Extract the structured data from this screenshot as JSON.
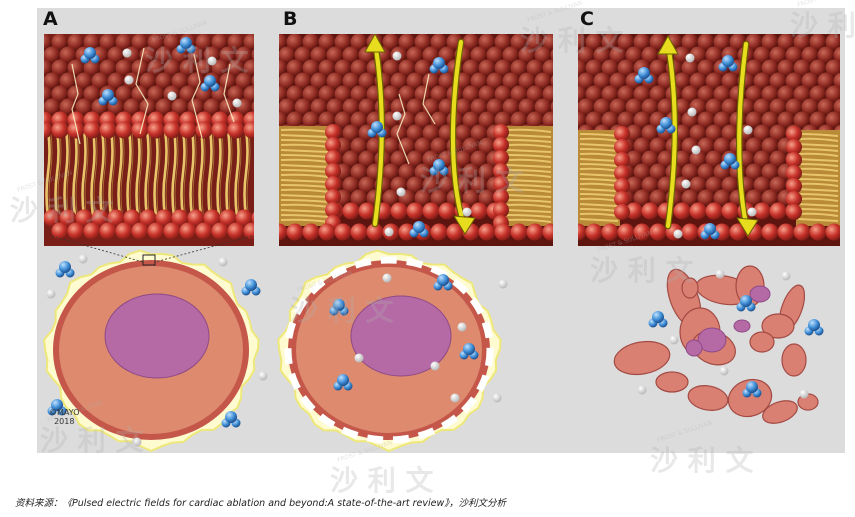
{
  "panels": [
    {
      "label": "A",
      "state": "intact membrane, electric field applied"
    },
    {
      "label": "B",
      "state": "pores forming, molecules flow through"
    },
    {
      "label": "C",
      "state": "membrane disrupted, cell fragmented"
    }
  ],
  "copyright": {
    "line1": "©MAYO",
    "line2": "2018"
  },
  "caption": "资料来源：《Pulsed electric fields for cardiac ablation and beyond:A state-of-the-art review》，沙利文分析",
  "watermark": {
    "text": "沙 利 文",
    "subtext": "FROST & SULLIVAN"
  },
  "colors": {
    "background": "#dcdcdc",
    "lipid_head": "#c8322a",
    "lipid_tail": "#e8c46a",
    "cell_body": "#dd8a6e",
    "nucleus": "#b56aa6",
    "arrow": "#e8dc1e",
    "molecule": "#3f8ed6"
  }
}
